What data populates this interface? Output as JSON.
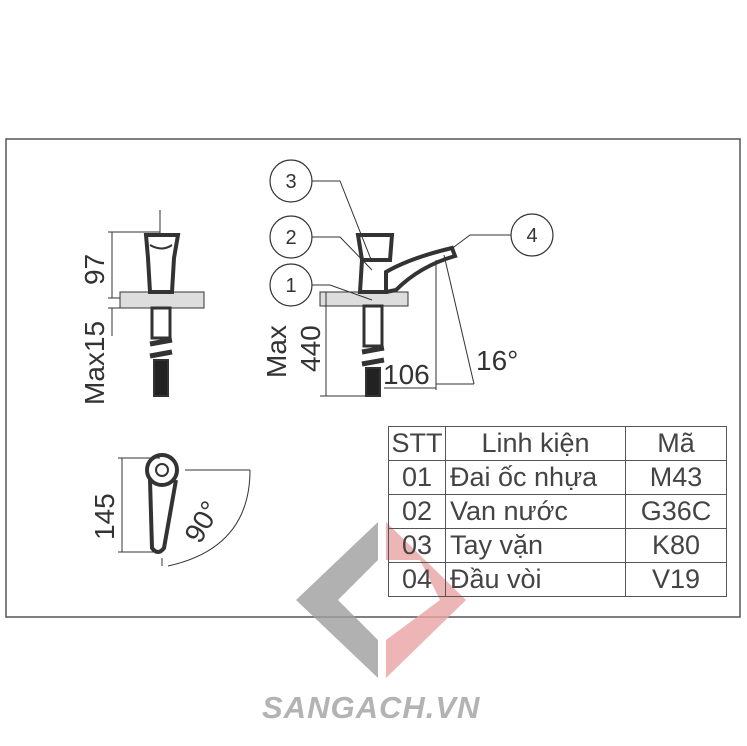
{
  "dimensions": {
    "side_height": "97",
    "side_max": "Max15",
    "front_max": "Max",
    "front_height": "440",
    "front_reach": "106",
    "front_angle": "16°",
    "top_width": "145",
    "top_angle": "90°"
  },
  "callouts": [
    "1",
    "2",
    "3",
    "4"
  ],
  "table": {
    "headers": [
      "STT",
      "Linh kiện",
      "Mã"
    ],
    "rows": [
      [
        "01",
        "Đai ốc nhựa",
        "M43"
      ],
      [
        "02",
        "Van nước",
        "G36C"
      ],
      [
        "03",
        "Tay vặn",
        "K80"
      ],
      [
        "04",
        "Đầu vòi",
        "V19"
      ]
    ]
  },
  "watermark": {
    "text": "SANGACH.VN",
    "colors": {
      "gray": "#9e9e9e",
      "red": "#e8a3a3"
    }
  }
}
